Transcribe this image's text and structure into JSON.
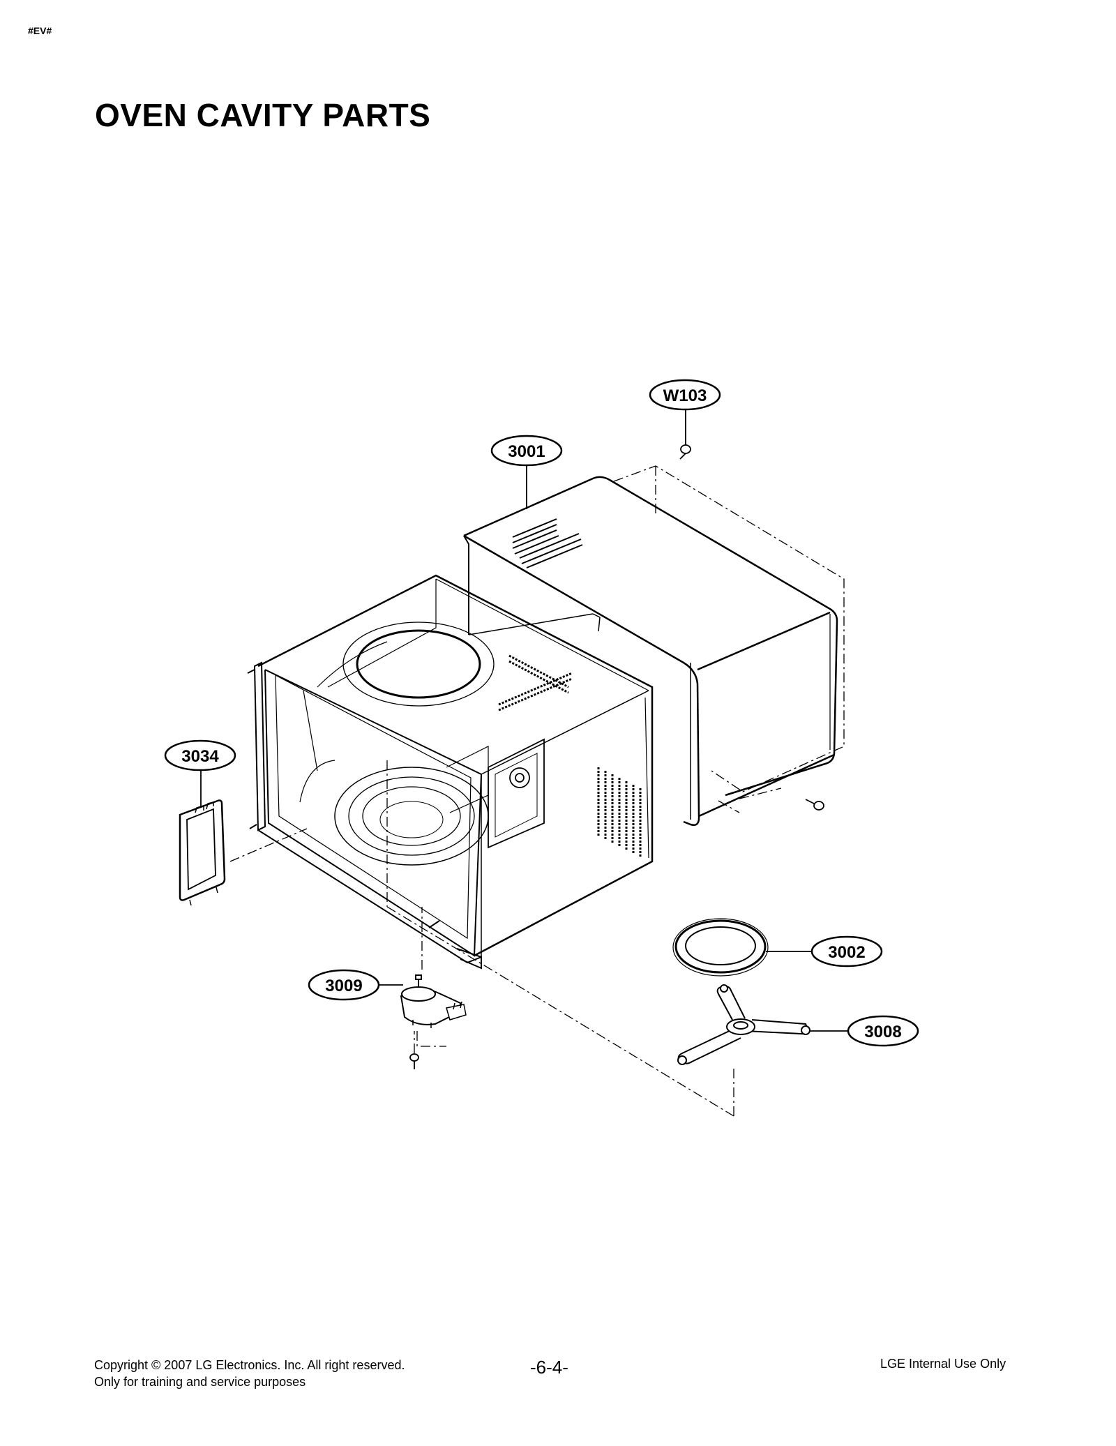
{
  "doc_tag": "#EV#",
  "title": "OVEN CAVITY PARTS",
  "callouts": {
    "w103": "W103",
    "p3001": "3001",
    "p3034": "3034",
    "p3002": "3002",
    "p3009": "3009",
    "p3008": "3008"
  },
  "footer": {
    "copyright": "Copyright © 2007 LG Electronics. Inc. All right reserved.",
    "purpose": "Only for training and service purposes",
    "page": "-6-4-",
    "internal": "LGE Internal Use Only"
  }
}
